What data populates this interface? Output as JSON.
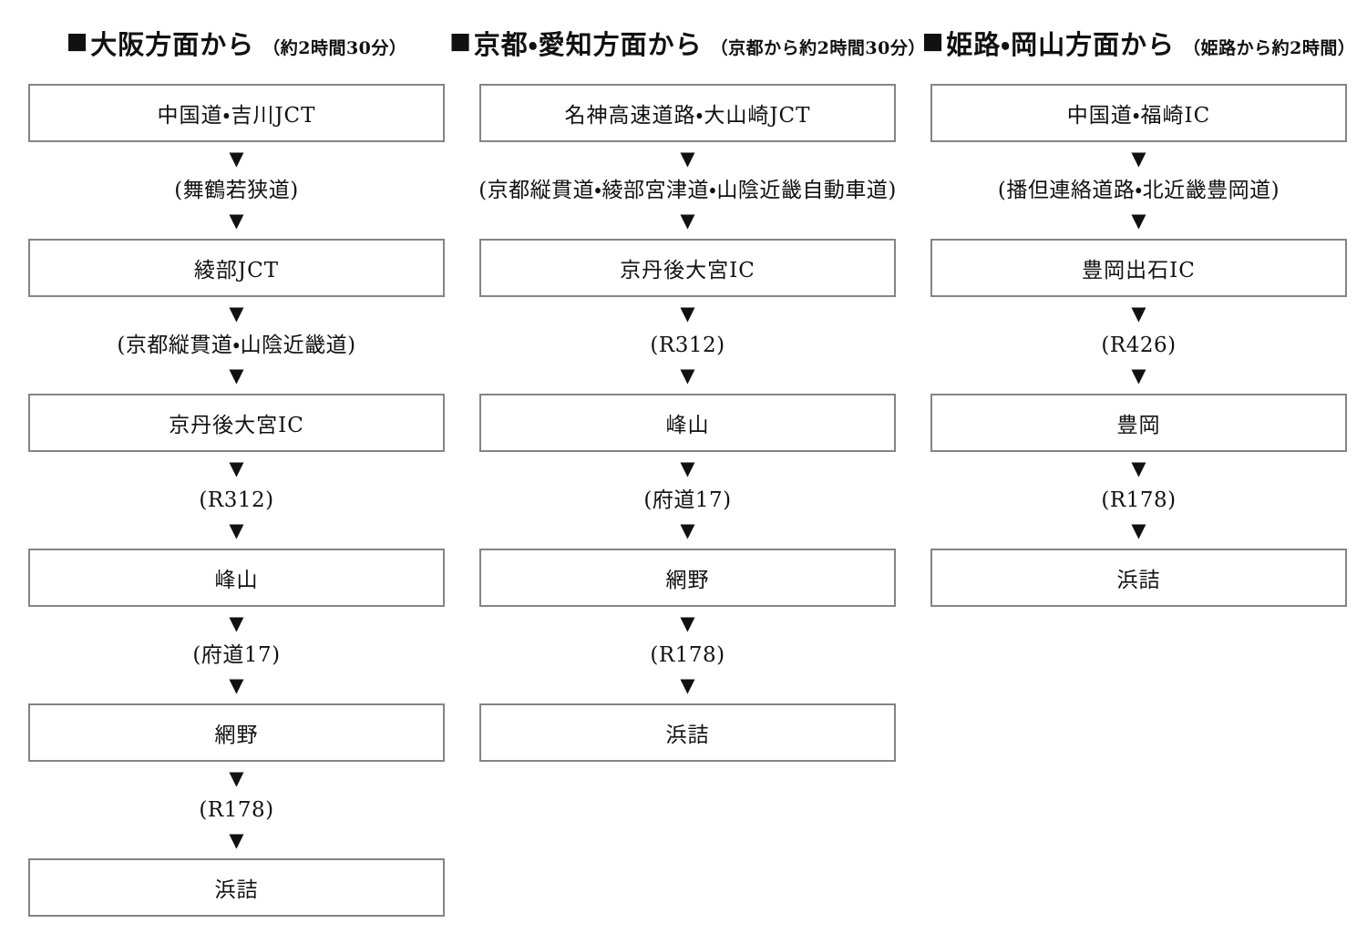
{
  "page": {
    "background": "#ffffff",
    "text_color": "#111111",
    "box_border_color": "#848484",
    "arrow_color": "#111111"
  },
  "icons": {
    "header_bullet": "■",
    "arrow_down": "▼"
  },
  "columns": [
    {
      "title": "大阪方面から",
      "subtitle": "（約2時間30分）",
      "steps": [
        {
          "type": "box",
          "label": "中国道・吉川JCT"
        },
        {
          "type": "road",
          "label": "(舞鶴若狭道)"
        },
        {
          "type": "box",
          "label": "綾部JCT"
        },
        {
          "type": "road",
          "label": "(京都縦貫道・山陰近畿道)"
        },
        {
          "type": "box",
          "label": "京丹後大宮IC"
        },
        {
          "type": "road",
          "label": "(R312)"
        },
        {
          "type": "box",
          "label": "峰山"
        },
        {
          "type": "road",
          "label": "(府道17)"
        },
        {
          "type": "box",
          "label": "網野"
        },
        {
          "type": "road",
          "label": "(R178)"
        },
        {
          "type": "box",
          "label": "浜詰"
        }
      ]
    },
    {
      "title": "京都・愛知方面から",
      "subtitle": "（京都から約2時間30分）",
      "steps": [
        {
          "type": "box",
          "label": "名神高速道路・大山崎JCT"
        },
        {
          "type": "road",
          "label": "(京都縦貫道・綾部宮津道・山陰近畿自動車道)"
        },
        {
          "type": "box",
          "label": "京丹後大宮IC"
        },
        {
          "type": "road",
          "label": "(R312)"
        },
        {
          "type": "box",
          "label": "峰山"
        },
        {
          "type": "road",
          "label": "(府道17)"
        },
        {
          "type": "box",
          "label": "網野"
        },
        {
          "type": "road",
          "label": "(R178)"
        },
        {
          "type": "box",
          "label": "浜詰"
        }
      ]
    },
    {
      "title": "姫路・岡山方面から",
      "subtitle": "（姫路から約2時間）",
      "steps": [
        {
          "type": "box",
          "label": "中国道・福崎IC"
        },
        {
          "type": "road",
          "label": "(播但連絡道路・北近畿豊岡道)"
        },
        {
          "type": "box",
          "label": "豊岡出石IC"
        },
        {
          "type": "road",
          "label": "(R426)"
        },
        {
          "type": "box",
          "label": "豊岡"
        },
        {
          "type": "road",
          "label": "(R178)"
        },
        {
          "type": "box",
          "label": "浜詰"
        }
      ]
    }
  ]
}
